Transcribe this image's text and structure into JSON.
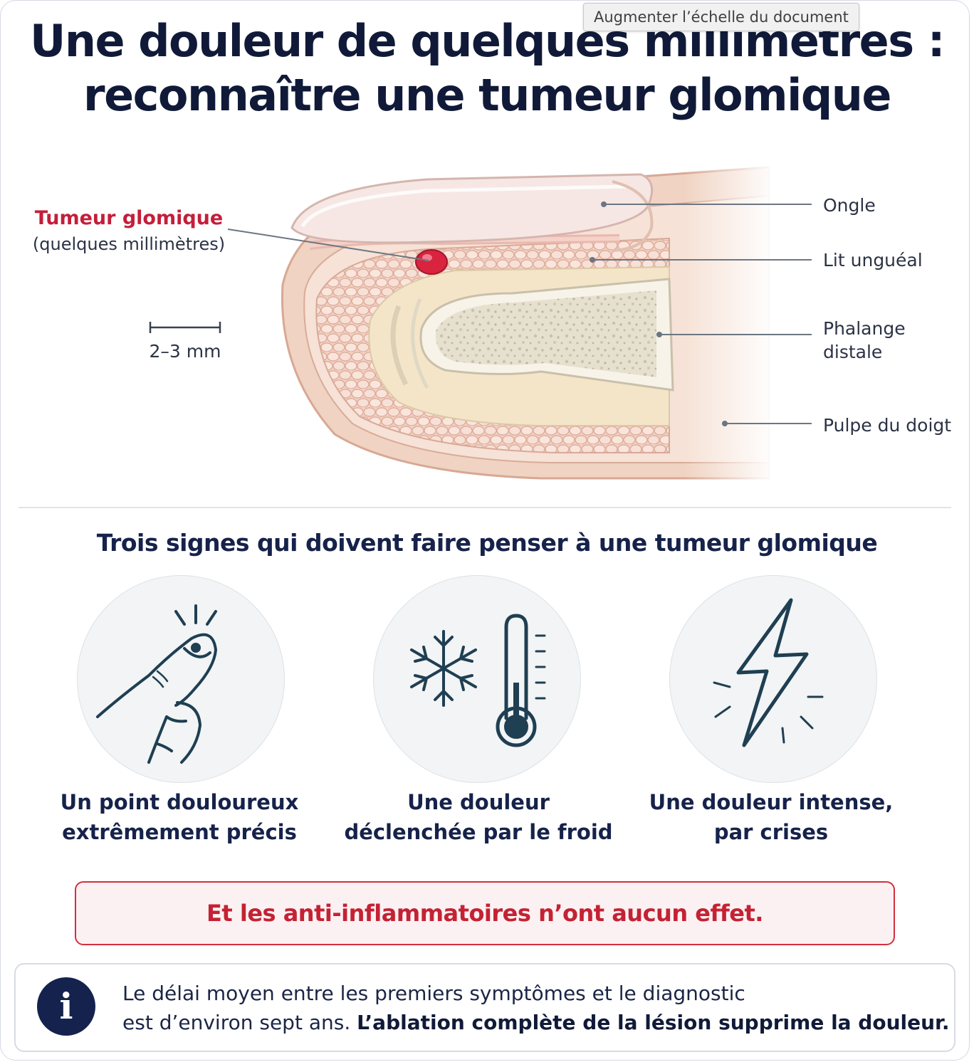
{
  "tooltip": "Augmenter l’échelle du document",
  "title": {
    "line1": "Une douleur de quelques millimètres :",
    "line2": "reconnaître une tumeur glomique"
  },
  "diagram": {
    "tumor_label": "Tumeur glomique",
    "tumor_sublabel": "(quelques millimètres)",
    "scale_label": "2–3 mm",
    "labels": {
      "nail": "Ongle",
      "nail_bed": "Lit unguéal",
      "phalanx_line1": "Phalange",
      "phalanx_line2": "distale",
      "pulp": "Pulpe du doigt"
    },
    "colors": {
      "tumor": "#d8243f",
      "skin": "#f0d3c2",
      "bone": "#e7e2d2"
    }
  },
  "signs_title": "Trois signes qui doivent faire penser à une tumeur glomique",
  "signs": [
    {
      "icon": "finger-press-icon",
      "line1": "Un point douloureux",
      "line2": "extrêmement précis"
    },
    {
      "icon": "snowflake-thermometer-icon",
      "line1": "Une douleur",
      "line2": "déclenchée par le froid"
    },
    {
      "icon": "lightning-icon",
      "line1": "Une douleur intense,",
      "line2": "par crises"
    }
  ],
  "alert": "Et les anti-inflammatoires n’ont aucun effet.",
  "info": {
    "icon": "info-icon",
    "line1": "Le délai moyen entre les premiers symptômes et le diagnostic",
    "line2_normal": "est d’environ sept ans.",
    "line2_bold": "L’ablation complète de la lésion supprime la douleur."
  },
  "accent_colors": {
    "navy": "#14224d",
    "red": "#c42234",
    "teal_icon": "#1f3f52"
  }
}
